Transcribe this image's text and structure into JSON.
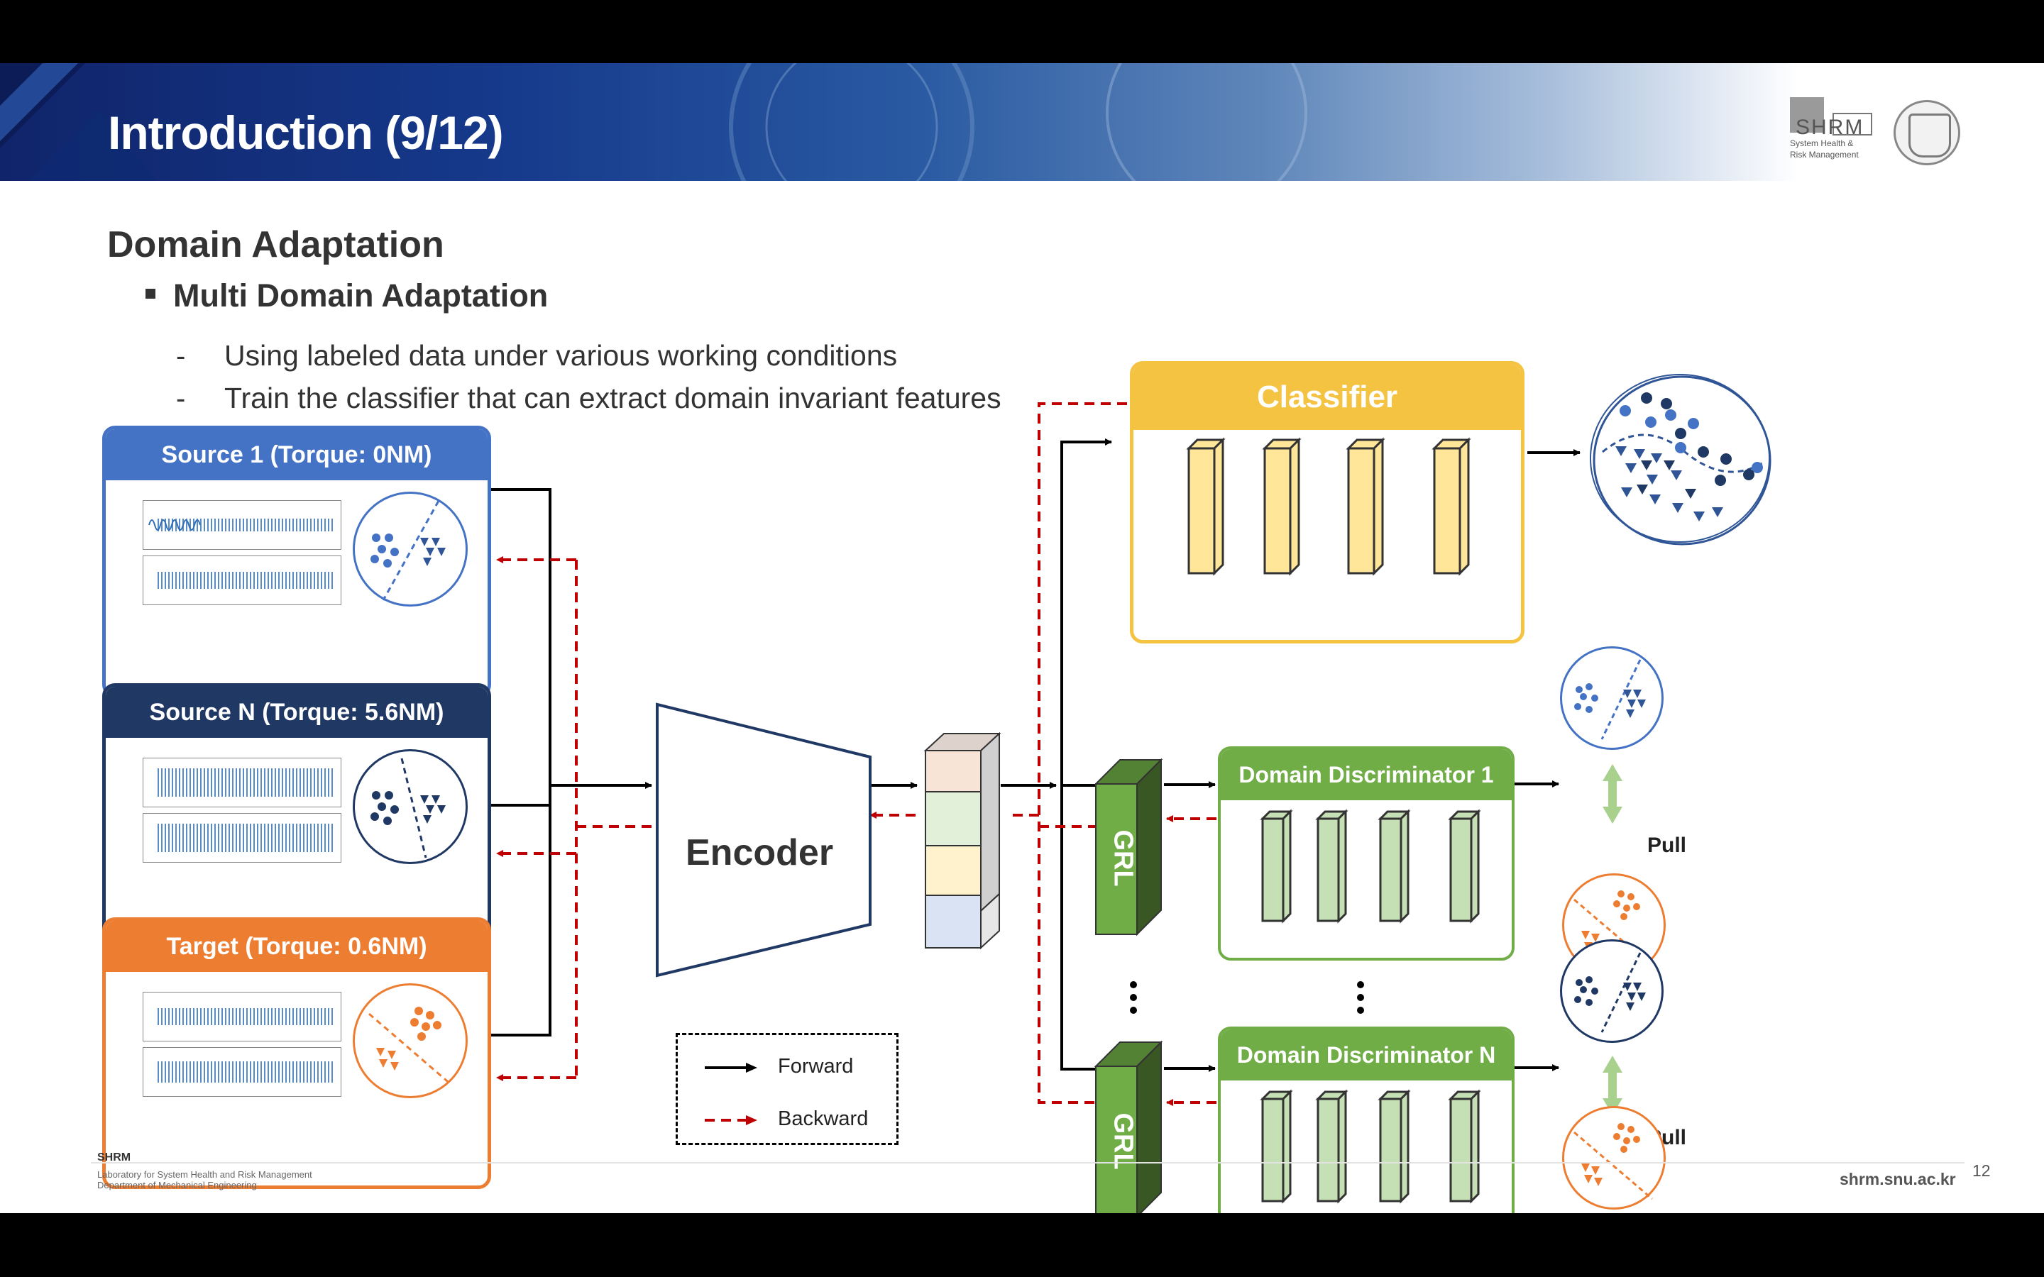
{
  "slide": {
    "title": "Introduction (9/12)",
    "section_title": "Domain Adaptation",
    "bullet": "Multi Domain Adaptation",
    "sub_bullets": [
      "Using labeled data under various working conditions",
      "Train the classifier that can extract domain invariant features"
    ],
    "dash": "-"
  },
  "logos": {
    "lab": {
      "letters": "SHRM",
      "line1": "System Health &",
      "line2": "Risk Management"
    }
  },
  "sources": [
    {
      "label": "Source 1 (Torque: 0NM)",
      "color": "#4472c4"
    },
    {
      "label": "Source N (Torque: 5.6NM)",
      "color": "#203864"
    },
    {
      "label": "Target (Torque: 0.6NM)",
      "color": "#ed7d31"
    }
  ],
  "encoder": {
    "label": "Encoder"
  },
  "classifier": {
    "label": "Classifier",
    "color": "#f5c342",
    "layer_color": "#ffe699"
  },
  "discriminators": [
    {
      "label": "Domain Discriminator 1",
      "grl": "GRL",
      "pull": "Pull"
    },
    {
      "label": "Domain Discriminator N",
      "grl": "GRL",
      "pull": "Pull"
    }
  ],
  "discriminator_colors": {
    "head": "#70ad47",
    "layer": "#c5e0b4",
    "grl": "#70ad47"
  },
  "legend": {
    "forward": "Forward",
    "backward": "Backward",
    "forward_color": "#000000",
    "backward_color": "#c00000"
  },
  "footer": {
    "org": "SHRM",
    "lab": "Laboratory for System Health and Risk Management",
    "dept": "Department of Mechanical Engineering",
    "url": "shrm.snu.ac.kr",
    "page": "12"
  }
}
